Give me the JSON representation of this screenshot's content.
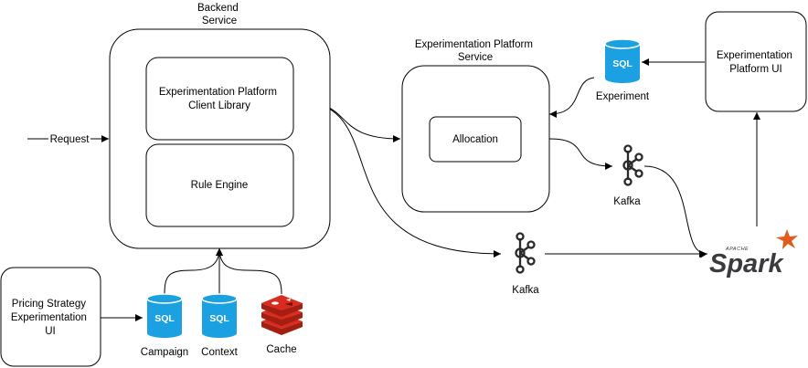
{
  "nodes": {
    "backend_service": "Backend\nService",
    "client_library": "Experimentation Platform\nClient Library",
    "rule_engine": "Rule Engine",
    "exp_platform_service": "Experimentation Platform\nService",
    "allocation": "Allocation",
    "exp_platform_ui": "Experimentation\nPlatform UI",
    "pricing_ui": "Pricing Strategy\nExperimentation\nUI",
    "experiment_db": "Experiment",
    "campaign_db": "Campaign",
    "context_db": "Context",
    "cache": "Cache",
    "kafka_top": "Kafka",
    "kafka_bottom": "Kafka",
    "spark": "Spark",
    "spark_apache": "APACHE"
  },
  "edges": {
    "request": "Request"
  },
  "icons": {
    "database": "sql-database-icon",
    "cache": "redis-icon",
    "stream": "kafka-icon",
    "processor": "spark-icon"
  },
  "icon_text": {
    "sql": "SQL"
  },
  "colors": {
    "sql_blue": "#1ba1e2",
    "redis_red": "#c62828",
    "spark_orange": "#e25a1c",
    "stroke": "#000000"
  }
}
